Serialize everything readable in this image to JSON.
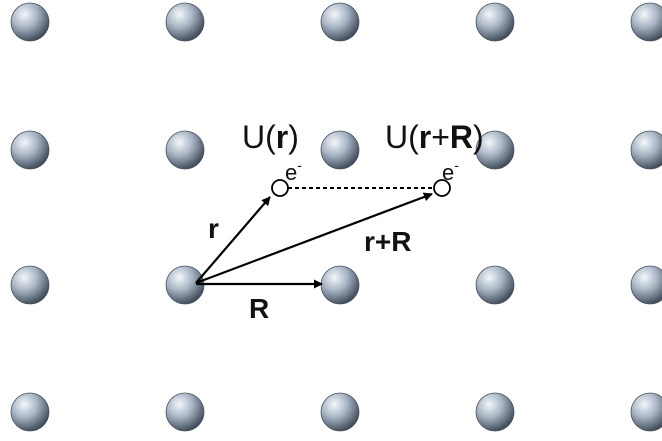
{
  "labels": {
    "potential_r_prefix": "U(",
    "potential_r_var": "r",
    "potential_r_suffix": ")",
    "potential_rR_prefix": "U(",
    "potential_rR_var1": "r",
    "potential_rR_plus": "+",
    "potential_rR_var2": "R",
    "potential_rR_suffix": ")",
    "electron_symbol": "e",
    "electron_charge": "-",
    "vector_r": "r",
    "vector_rR": "r+R",
    "vector_R": "R"
  },
  "colors": {
    "atom_light": "#e8eef5",
    "atom_mid": "#9aa8b8",
    "atom_dark": "#3a4452",
    "arrow": "#000000",
    "dashed_line": "#000000"
  }
}
